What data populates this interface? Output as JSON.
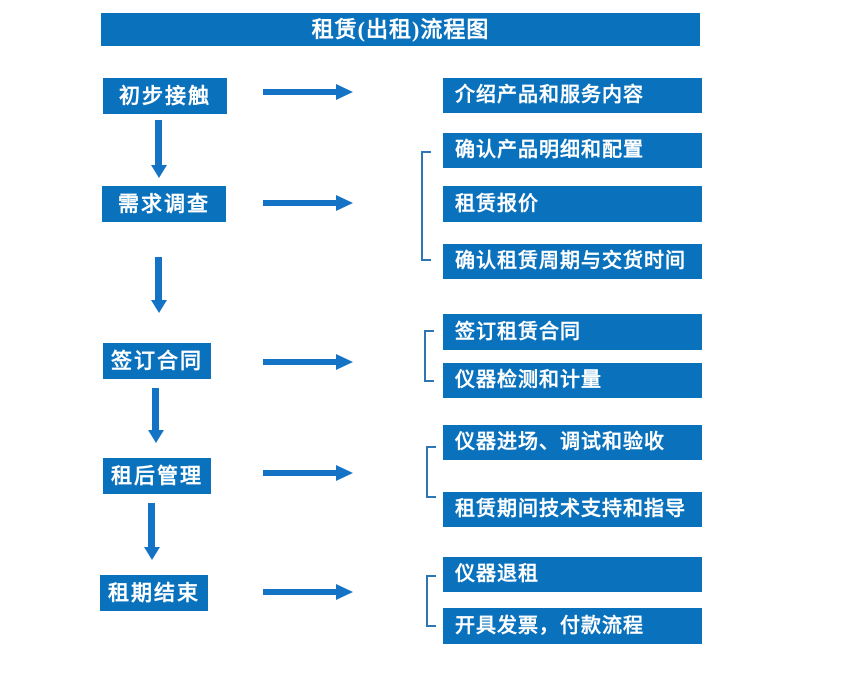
{
  "title": "租赁(出租)流程图",
  "colors": {
    "box_blue": "#0a71bd",
    "arrow_blue": "#1473c5",
    "bracket_blue": "#2e75b6",
    "text_white": "#ffffff",
    "background": "#ffffff"
  },
  "stages": [
    {
      "label": "初步接触",
      "outputs": [
        "介绍产品和服务内容"
      ]
    },
    {
      "label": "需求调查",
      "outputs": [
        "确认产品明细和配置",
        "租赁报价",
        "确认租赁周期与交货时间"
      ]
    },
    {
      "label": "签订合同",
      "outputs": [
        "签订租赁合同",
        "仪器检测和计量"
      ]
    },
    {
      "label": "租后管理",
      "outputs": [
        "仪器进场、调试和验收",
        "租赁期间技术支持和指导"
      ]
    },
    {
      "label": "租期结束",
      "outputs": [
        "仪器退租",
        "开具发票，付款流程"
      ]
    }
  ]
}
